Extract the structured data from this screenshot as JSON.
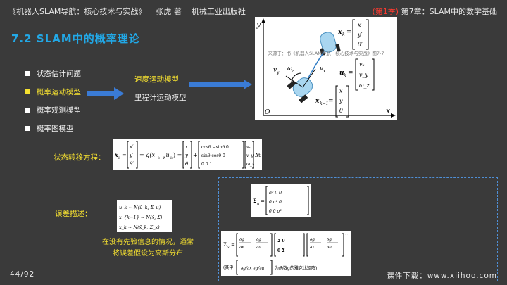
{
  "header": {
    "book_title": "《机器人SLAM导航：核心技术与实战》",
    "author": "张虎 著",
    "publisher": "机械工业出版社",
    "lesson_tag": "(第1季)",
    "chapter": "第7章：SLAM中的数学基础"
  },
  "section_title": "7.2  SLAM中的概率理论",
  "bullets": [
    {
      "label": "状态估计问题"
    },
    {
      "label": "概率运动模型"
    },
    {
      "label": "概率观测模型"
    },
    {
      "label": "概率图模型"
    }
  ],
  "submodels": {
    "velocity": "速度运动模型",
    "odometry": "里程计运动模型"
  },
  "figure": {
    "caption": "来源于：书《机器人SLAM导航：核心技术与实战》图7-7",
    "axis_y": "y",
    "axis_x": "x",
    "origin": "O"
  },
  "state_transition_label": "状态转移方程：",
  "error_label": "误差描述：",
  "note_lines": [
    "在没有先验信息的情况，通常",
    "将误差假设为高斯分布"
  ],
  "footer": {
    "page": "44/92",
    "download": "课件下载：www.xiihoo.com"
  },
  "colors": {
    "title": "#22a8e6",
    "highlight": "#f5e030",
    "lesson_tag": "#ff3b30",
    "arrow": "#3a7bd5",
    "background": "#3a3a3a"
  }
}
